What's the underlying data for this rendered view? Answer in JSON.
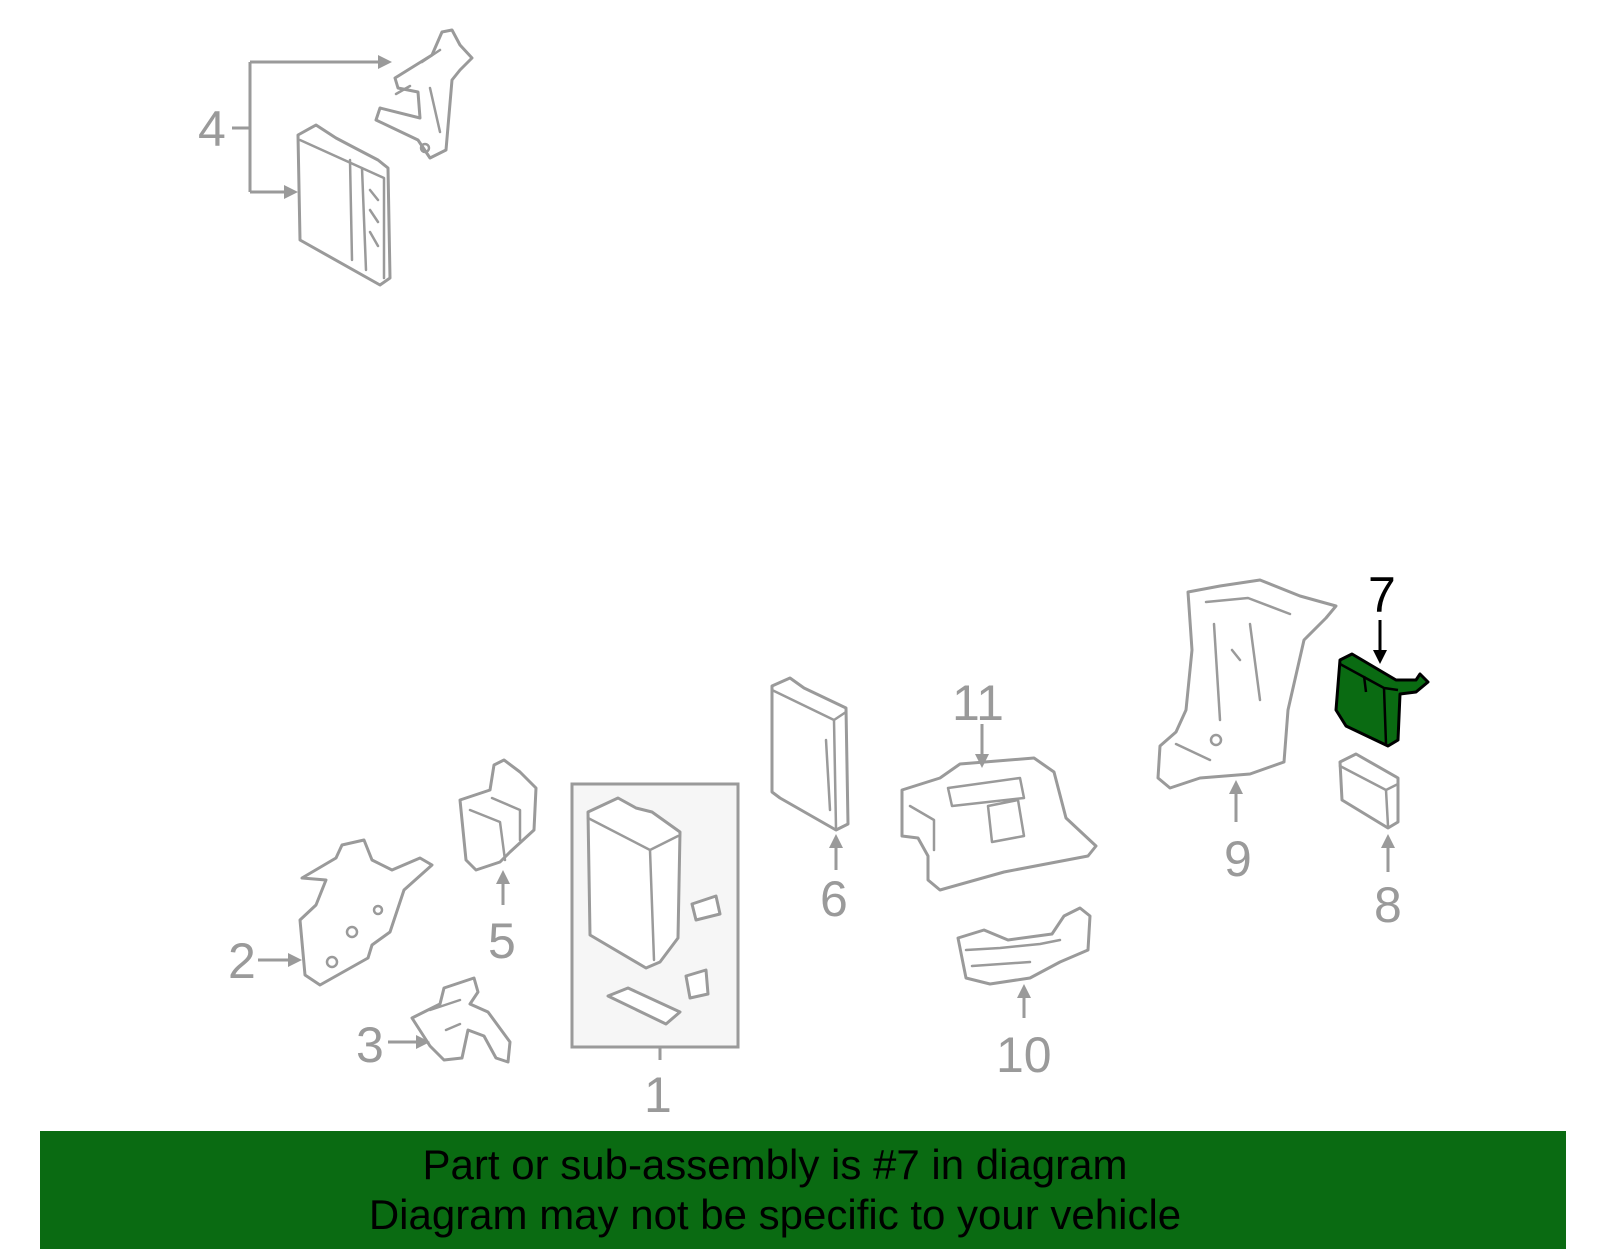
{
  "diagram": {
    "callouts": [
      "1",
      "2",
      "3",
      "4",
      "5",
      "6",
      "7",
      "8",
      "9",
      "10",
      "11"
    ],
    "highlighted_callout": "7",
    "highlight_color": "#0a6b12",
    "line_color": "#9a9a9a"
  },
  "banner": {
    "line1": "Part or sub-assembly is #7 in diagram",
    "line2": "Diagram may not be specific to your vehicle",
    "background": "#0a6b12"
  }
}
